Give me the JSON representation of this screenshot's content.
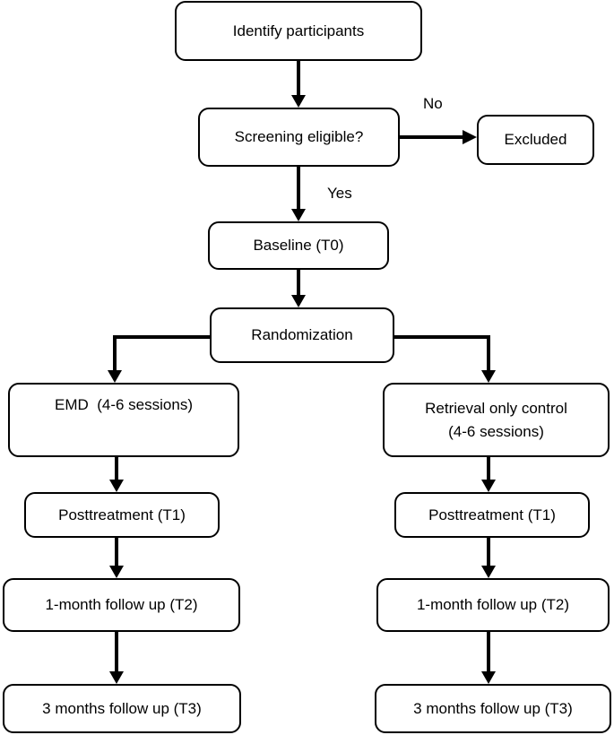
{
  "nodes": {
    "identify": "Identify participants",
    "screening": "Screening eligible?",
    "excluded": "Excluded",
    "baseline": "Baseline (T0)",
    "randomization": "Randomization",
    "emd": "EMD  (4-6 sessions)",
    "retrieval_line1": "Retrieval only control",
    "retrieval_line2": "(4-6 sessions)",
    "post_left": "Posttreatment (T1)",
    "post_right": "Posttreatment (T1)",
    "fu1_left": "1-month follow up (T2)",
    "fu1_right": "1-month follow up (T2)",
    "fu3_left": "3 months follow up (T3)",
    "fu3_right": "3 months follow up (T3)"
  },
  "edge_labels": {
    "no": "No",
    "yes": "Yes"
  }
}
